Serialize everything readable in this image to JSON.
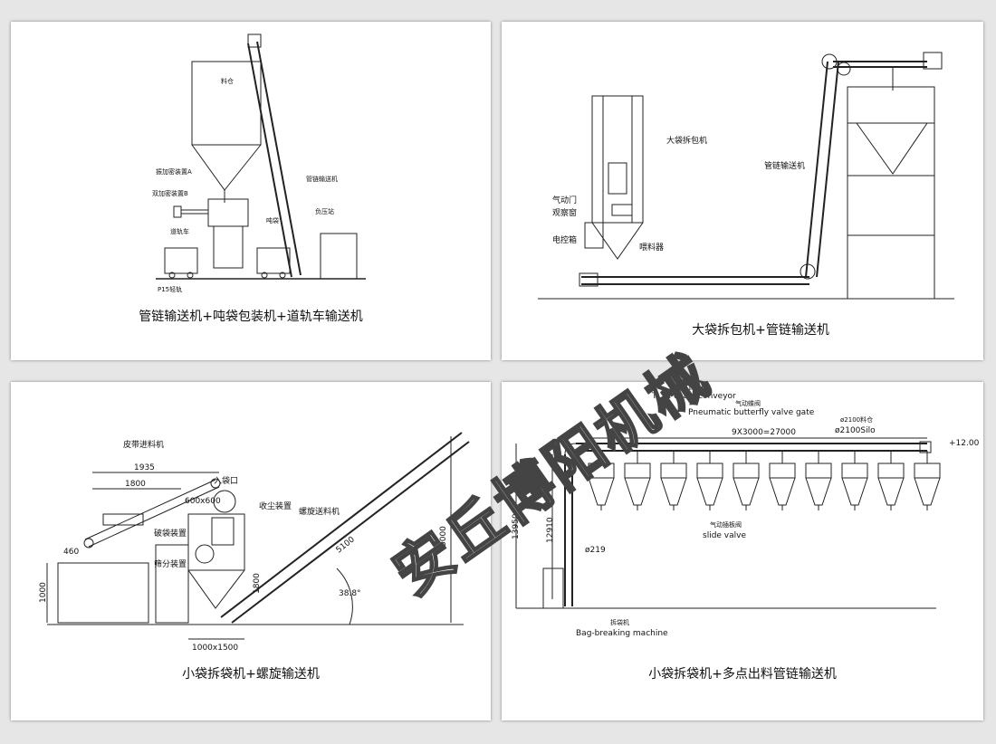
{
  "panels": [
    {
      "caption": "管链输送机+吨袋包装机+道轨车输送机",
      "labels": {
        "silo": "料仓",
        "device_a": "振加密装置A",
        "device_b": "双加密装置B",
        "rail_car": "道轨车",
        "p15": "P15轻轨",
        "ton_bag": "吨袋",
        "conveyor": "管链输送机",
        "weight": "负压站"
      }
    },
    {
      "caption": "大袋拆包机+管链输送机",
      "labels": {
        "unpacker": "大袋拆包机",
        "pneumatic_door": "气动门",
        "window": "观察窗",
        "control_box": "电控箱",
        "feeder": "喂料器",
        "conveyor": "管链输送机"
      }
    },
    {
      "caption": "小袋拆袋机+螺旋输送机",
      "labels": {
        "belt": "皮带进料机",
        "bag_inlet": "入袋口",
        "collector": "收尘装置",
        "breaker": "破袋装置",
        "sieve": "筛分装置",
        "screw": "螺旋送料机"
      },
      "dims": {
        "d1935": "1935",
        "d1800": "1800",
        "d600": "600x600",
        "d460": "460",
        "d1000": "1000",
        "d1800v": "1800",
        "d1000x1500": "1000x1500",
        "d5100": "5100",
        "d3000": "3000",
        "angle": "38.8°"
      }
    },
    {
      "caption": "小袋拆袋机+多点出料管链输送机",
      "labels": {
        "tube_cn": "管链机",
        "tube_en": "Tube chain conveyor",
        "valve_cn": "气动蝶阀",
        "valve_en": "Pneumatic butterfly valve gate",
        "silo_cn": "ø2100料仓",
        "silo_en": "ø2100Silo",
        "slide_cn": "气动插板阀",
        "slide_en": "slide valve",
        "bag_cn": "拆袋机",
        "bag_en": "Bag-breaking machine"
      },
      "dims": {
        "span": "9X3000=27000",
        "elev": "+12.00",
        "h13950": "13950",
        "h12910": "12910",
        "d219": "ø219"
      }
    }
  ],
  "watermark": "安丘博阳机械"
}
